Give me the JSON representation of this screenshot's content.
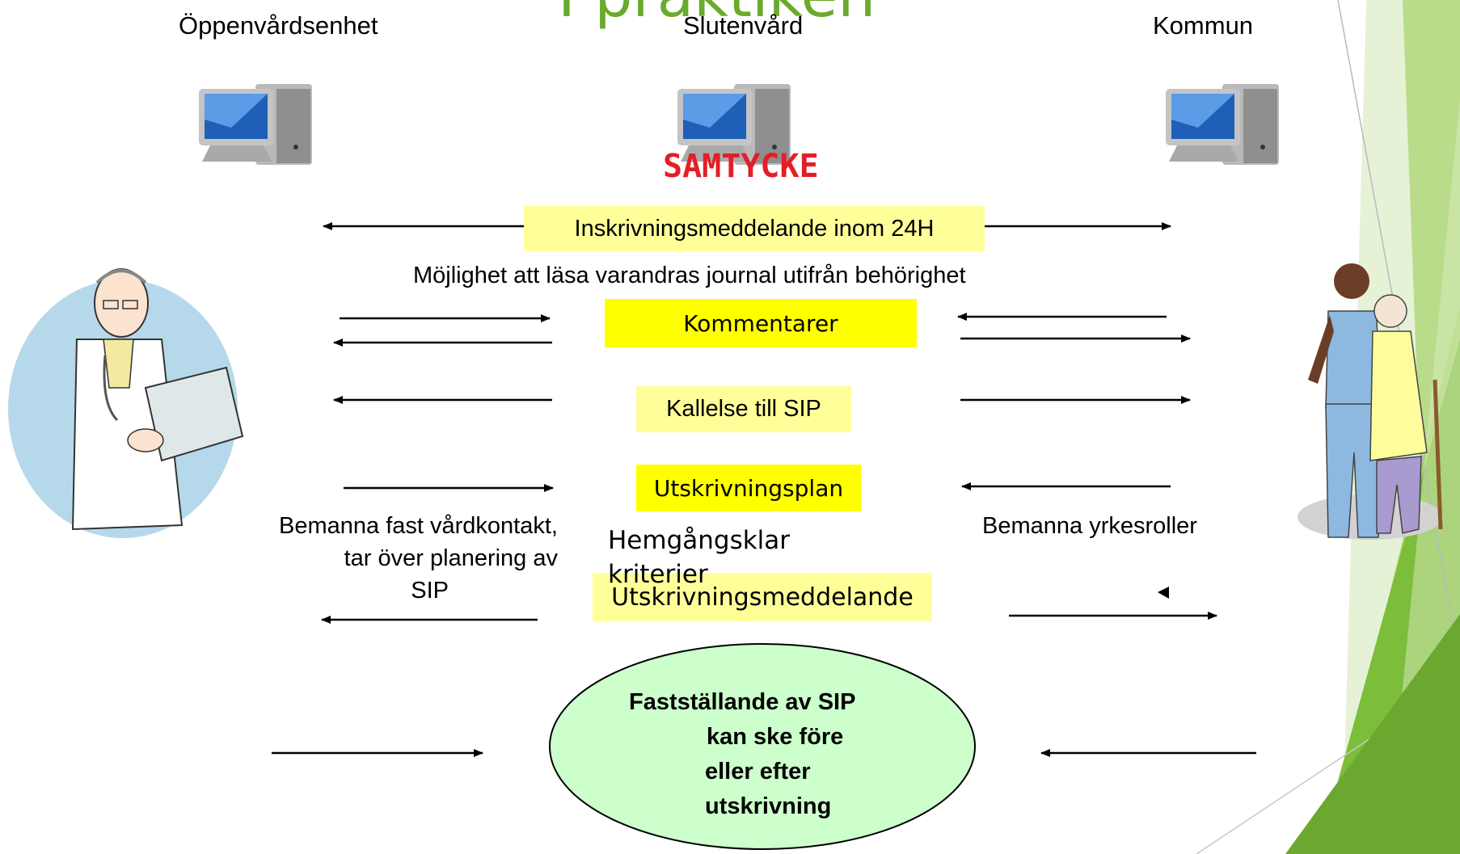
{
  "title": "I praktiken",
  "columns": {
    "left": "Öppenvårdsenhet",
    "center": "Slutenvård",
    "right": "Kommun"
  },
  "consent_label": "SAMTYCKE",
  "messages": {
    "admission_notice": "Inskrivningsmeddelande inom 24H",
    "journal_access": "Möjlighet att läsa varandras journal utifrån behörighet",
    "comments": "Kommentarer",
    "sip_call": "Kallelse till SIP",
    "discharge_plan": "Utskrivningsplan",
    "discharge_criteria": "Hemgångsklar kriterier",
    "discharge_notice": "Utskrivningsmeddelande"
  },
  "notes": {
    "left_line1": "Bemanna fast vårdkontakt,",
    "left_line2": "tar över planering av",
    "left_line3": "SIP",
    "right": "Bemanna yrkesroller"
  },
  "final_ellipse": {
    "line1": "Fastställande av SIP",
    "line2": "kan ske före",
    "line3": "eller efter",
    "line4": "utskrivning"
  },
  "colors": {
    "title_green": "#6aaa2c",
    "consent_red": "#e41e26",
    "highlight_pale": "#ffff99",
    "highlight_bright": "#ffff00",
    "ellipse_fill": "#ccffcc"
  },
  "icons": [
    "computer-icon",
    "doctor-illustration",
    "caregiver-and-patient-illustration",
    "arrow-icon"
  ]
}
